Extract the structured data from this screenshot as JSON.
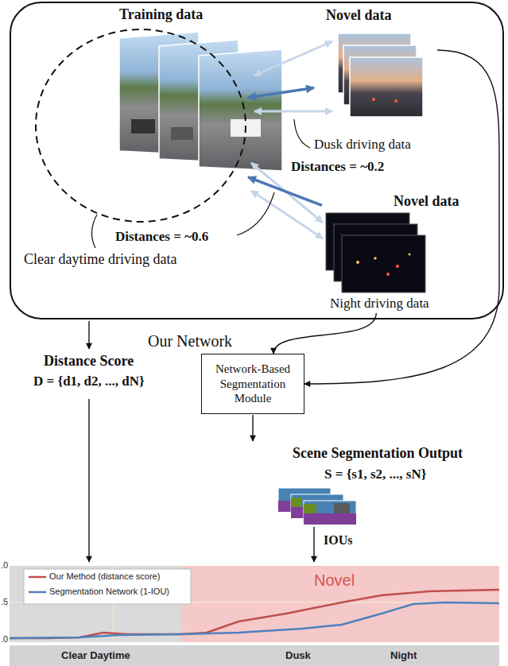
{
  "diagram": {
    "nodes": [
      {
        "text": [
          "Our Network"
        ]
      },
      {
        "text": [
          "Training data"
        ],
        "in": 0
      },
      {
        "text": [
          "Novel data",
          "Dusk driving data"
        ],
        "in": 0
      },
      {
        "text": [
          "Novel data",
          "Night driving data"
        ],
        "in": 0
      },
      {
        "text": [
          "Network-Based Segmentation Module"
        ]
      },
      {
        "text": [
          "Novel"
        ]
      }
    ],
    "edges": [
      {
        "from": 1,
        "to": 2,
        "arrow": "both"
      },
      {
        "from": 3,
        "to": 1,
        "arrow": "to"
      },
      {
        "from": 2,
        "to": 4,
        "arrow": "to"
      },
      {
        "from": 3,
        "to": 4,
        "arrow": "to"
      }
    ],
    "labels": [
      "Clear daytime driving data",
      "Distances = ~0.2",
      "Distances = ~0.6",
      "Distance Score",
      "D = {d1, d2, ..., dN}",
      "Scene Segmentation Output",
      "S = {s1, s2, ..., sN}",
      "IOUs",
      ".0",
      ".5",
      ".0",
      "Clear Daytime",
      "Dusk",
      "Night"
    ],
    "legend": [
      {
        "text": "Our Method (distance score)"
      },
      {
        "text": "Segmentation Network (1-IOU)"
      }
    ]
  }
}
